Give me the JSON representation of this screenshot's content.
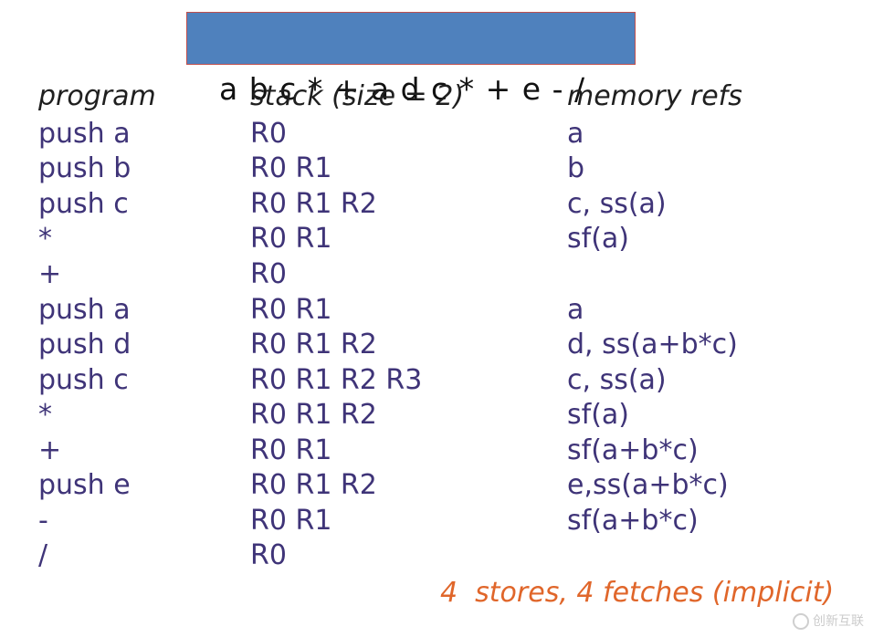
{
  "expression": "a b c * + a d c * + e - /",
  "headers": {
    "program": "program",
    "stack": "stack (size = 2)",
    "memory": "memory refs"
  },
  "rows": [
    {
      "program": "push a",
      "stack": "R0",
      "memory": "a"
    },
    {
      "program": "push b",
      "stack": "R0 R1",
      "memory": "b"
    },
    {
      "program": "push c",
      "stack": "R0 R1 R2",
      "memory": "c, ss(a)"
    },
    {
      "program": "*",
      "stack": "R0 R1",
      "memory": "sf(a)"
    },
    {
      "program": "+",
      "stack": "R0",
      "memory": ""
    },
    {
      "program": "push a",
      "stack": "R0 R1",
      "memory": "a"
    },
    {
      "program": "push d",
      "stack": "R0 R1 R2",
      "memory": "d, ss(a+b*c)"
    },
    {
      "program": "push c",
      "stack": "R0 R1 R2 R3",
      "memory": "c, ss(a)"
    },
    {
      "program": "*",
      "stack": "R0 R1 R2",
      "memory": "sf(a)"
    },
    {
      "program": "+",
      "stack": "R0 R1",
      "memory": "sf(a+b*c)"
    },
    {
      "program": "push e",
      "stack": "R0 R1 R2",
      "memory": "e,ss(a+b*c)"
    },
    {
      "program": "-",
      "stack": "R0 R1",
      "memory": "sf(a+b*c)"
    },
    {
      "program": "/",
      "stack": "R0",
      "memory": ""
    }
  ],
  "footnote": "4  stores, 4 fetches (implicit)",
  "watermark": "创新互联"
}
